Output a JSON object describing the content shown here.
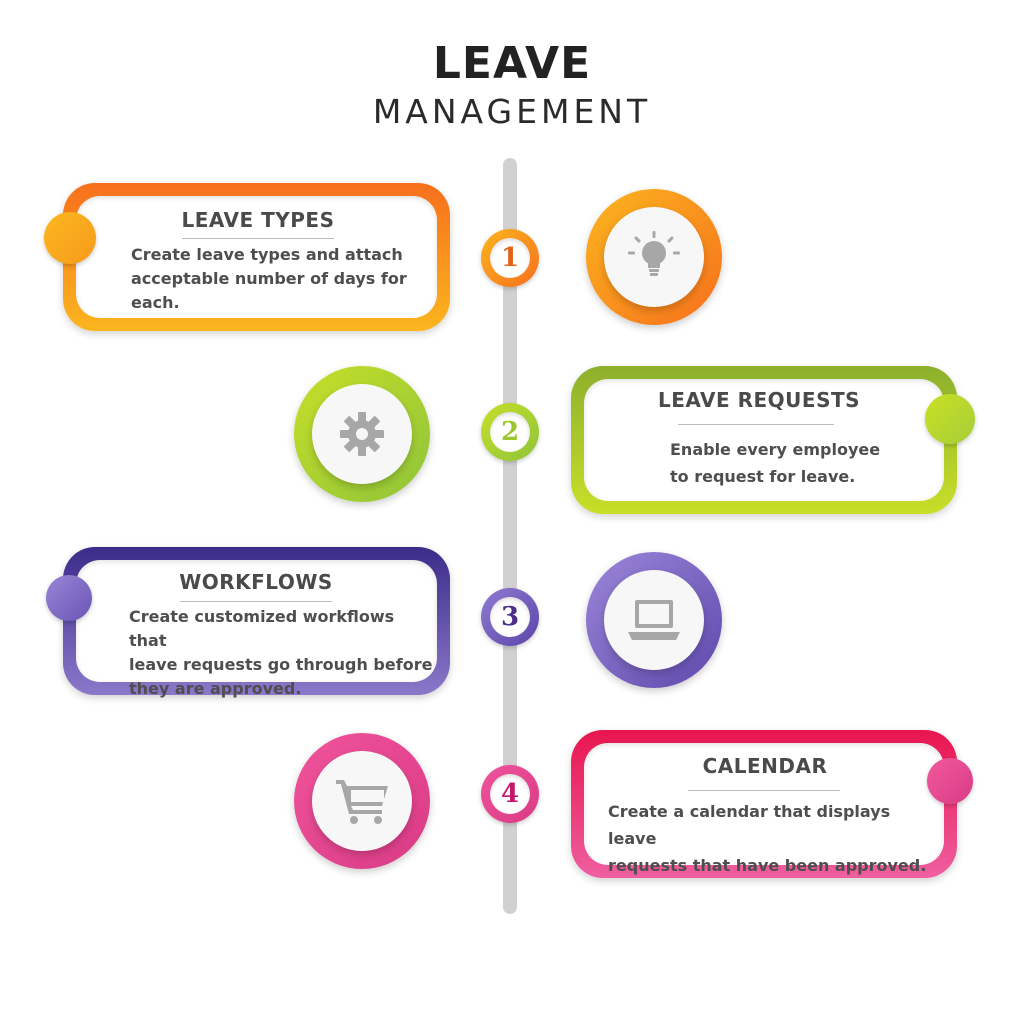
{
  "header": {
    "title": "LEAVE",
    "subtitle": "MANAGEMENT"
  },
  "colors": {
    "orange": "#f7941d",
    "green": "#a6ce39",
    "purple": "#6a4fb3",
    "pink": "#e83e8c",
    "timeline": "#d3d0d1",
    "icon_gray": "#a7a7a7"
  },
  "steps": [
    {
      "number": "1",
      "title": "LEAVE TYPES",
      "description_lines": [
        "Create leave types and attach",
        "acceptable number of days for",
        "each."
      ],
      "icon": "lightbulb-icon"
    },
    {
      "number": "2",
      "title": "LEAVE REQUESTS",
      "description_lines": [
        "Enable every employee",
        "to request for leave."
      ],
      "icon": "gear-icon"
    },
    {
      "number": "3",
      "title": "WORKFLOWS",
      "description_lines": [
        "Create customized workflows that",
        "leave requests go through before",
        "they are approved."
      ],
      "icon": "laptop-icon"
    },
    {
      "number": "4",
      "title": "CALENDAR",
      "description_lines": [
        "Create a calendar that displays leave",
        "requests that have been approved."
      ],
      "icon": "shopping-cart-icon"
    }
  ]
}
